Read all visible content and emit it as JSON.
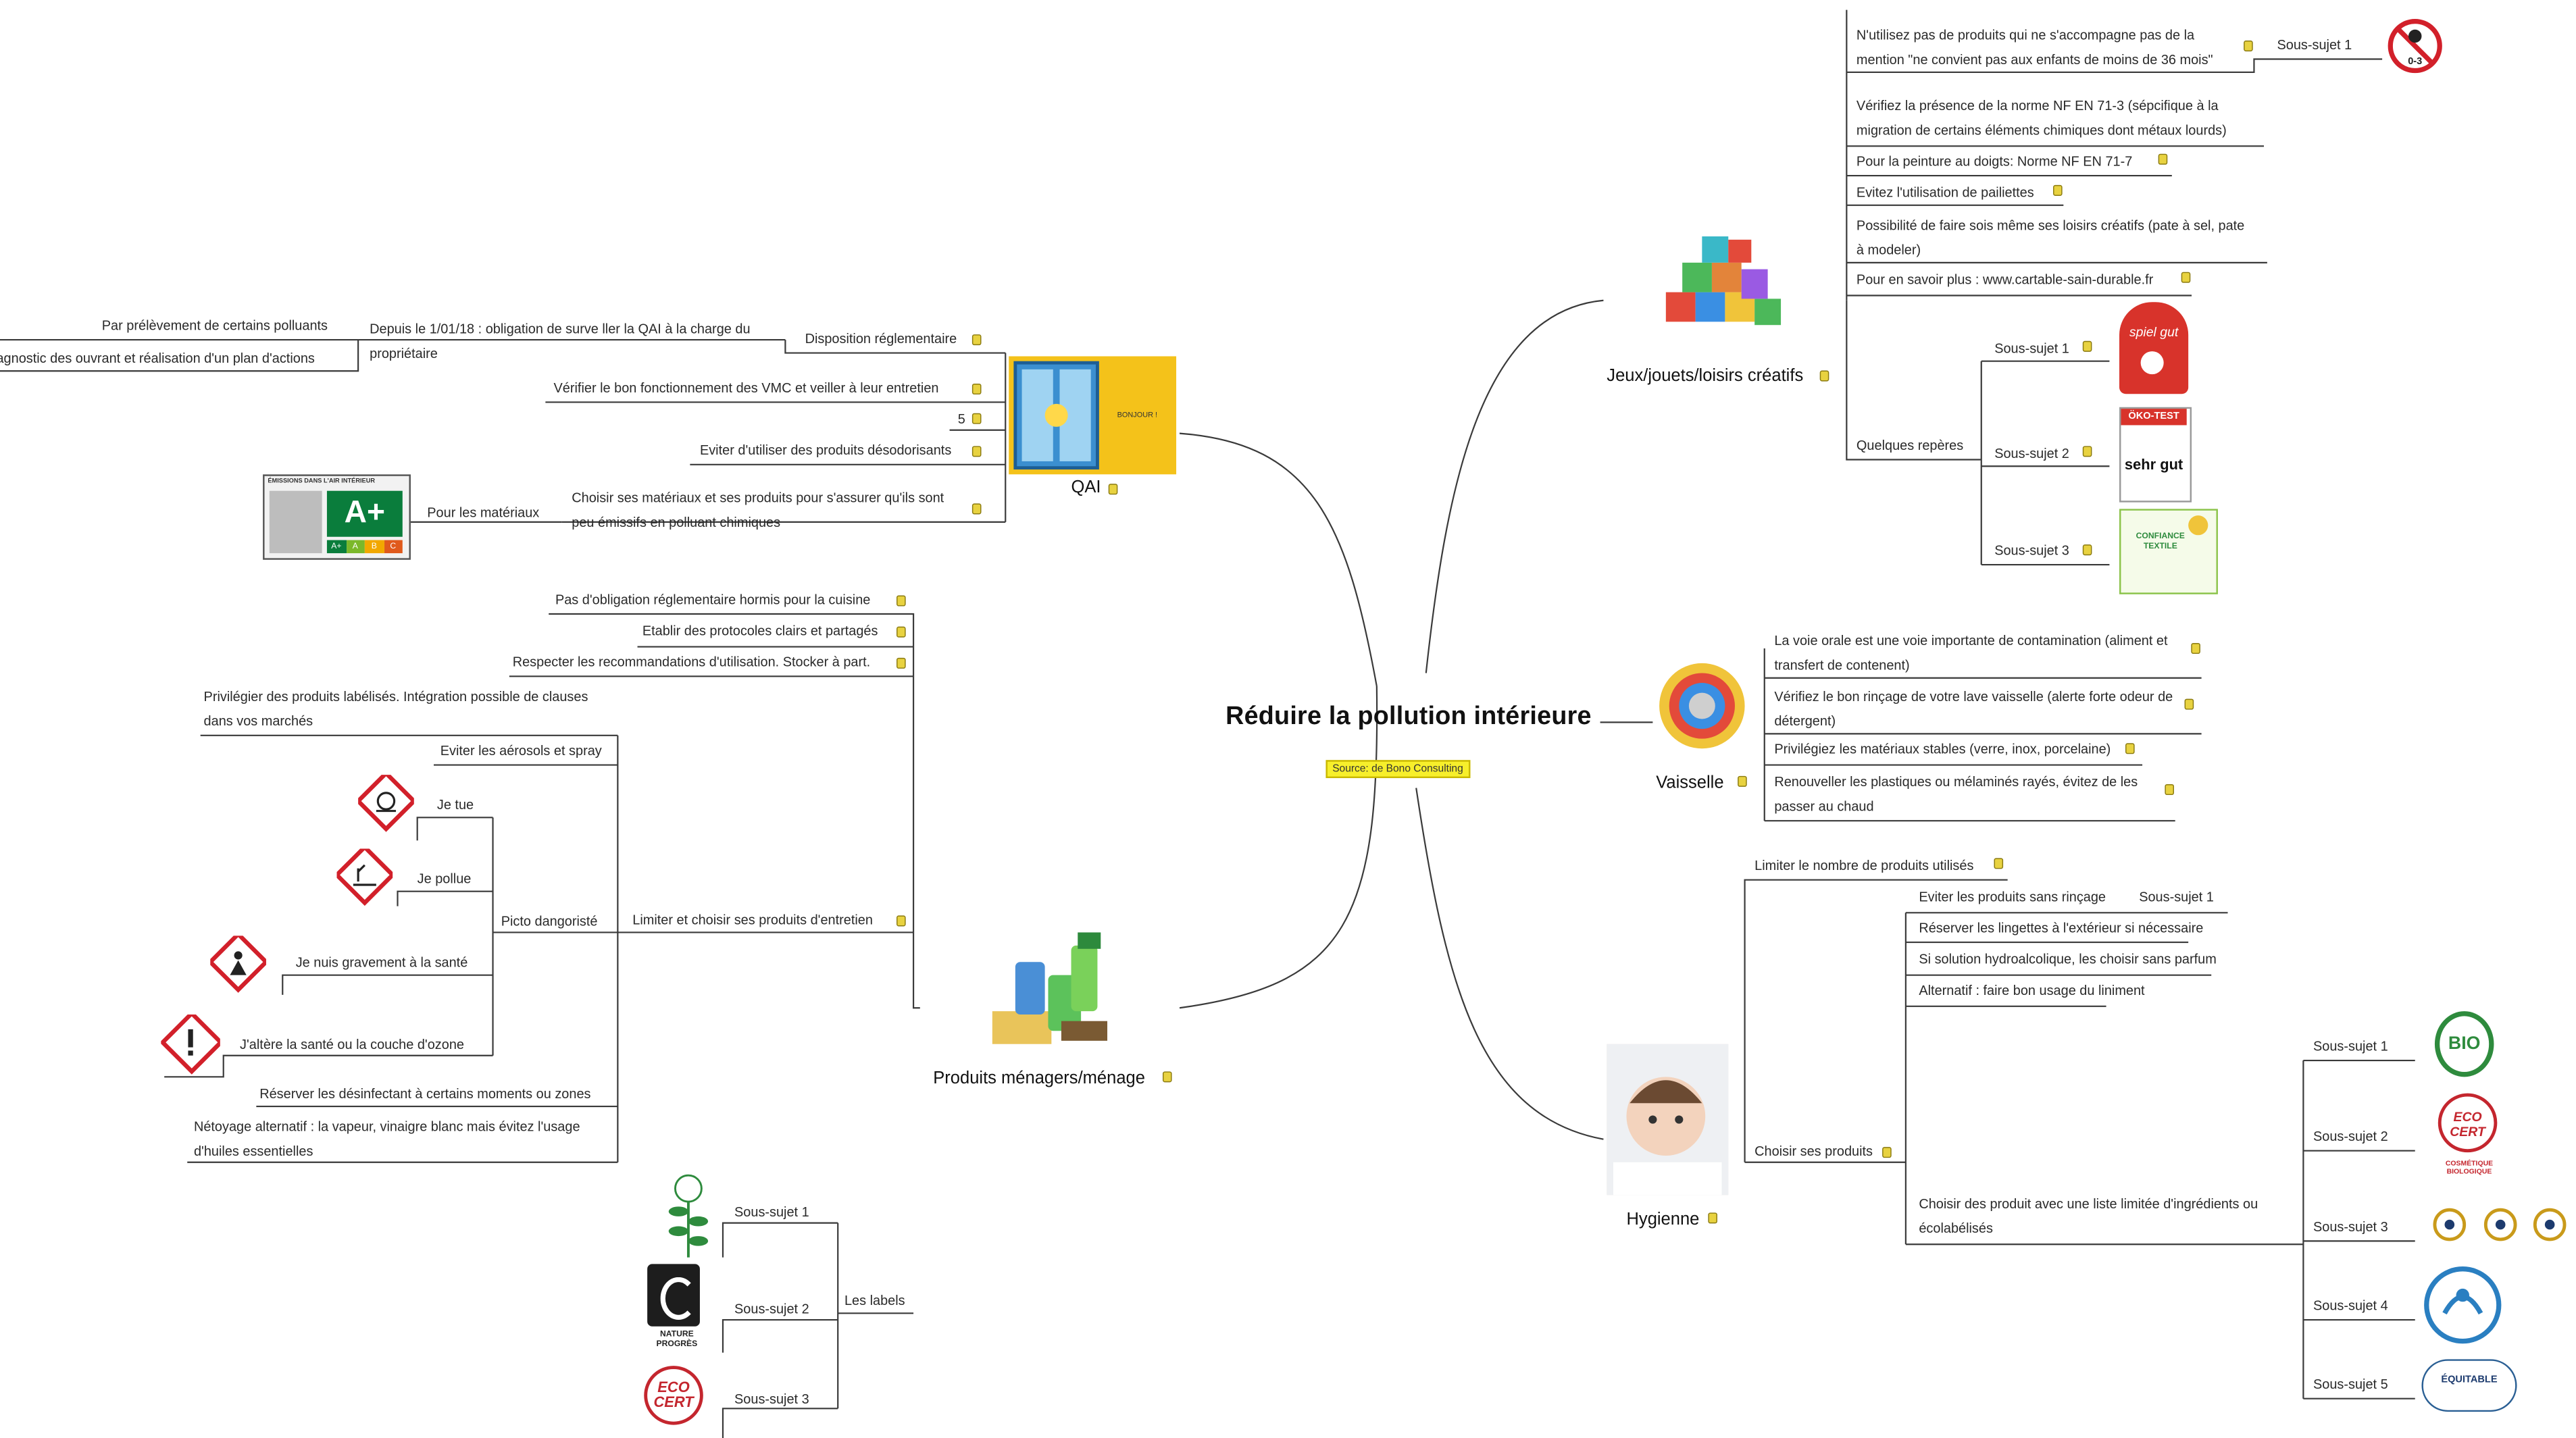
{
  "center": {
    "title": "Réduire la pollution intérieure",
    "source": "Source: de Bono Consulting"
  },
  "branches": {
    "qai": {
      "label": "QAI",
      "logo_text": "BONJOUR !",
      "disposition": "Disposition réglementaire",
      "depuis": "Depuis le 1/01/18 : obligation de surve ller la QAI à la charge du propriétaire",
      "prelevement": "Par prélèvement de certains polluants",
      "diagnostic": "Diagnostic des ouvrant et réalisation d'un plan d'actions",
      "vmc": "Vérifier le bon fonctionnement des VMC et veiller à leur entretien",
      "five": "5",
      "desodorisants": "Eviter d'utiliser des produits désodorisants",
      "choisir_materiaux": "Choisir ses matériaux et ses produits pour s'assurer qu'ils sont peu émissifs en polluant chimiques",
      "pour_materiaux": "Pour les matériaux",
      "badge_header": "ÉMISSIONS DANS L'AIR INTÉRIEUR",
      "badge_grade": "A+",
      "badge_scale": [
        "A+",
        "A",
        "B",
        "C"
      ]
    },
    "produits": {
      "label": "Produits ménagers/ménage",
      "pas_obligation": "Pas d'obligation réglementaire hormis pour la cuisine",
      "protocoles": "Etablir des protocoles clairs et partagés",
      "respecter": "Respecter les recommandations d'utilisation. Stocker à part.",
      "limiter": "Limiter et choisir ses produits d'entretien",
      "privilegier": "Privilégier des produits labélisés. Intégration possible de clauses dans vos marchés",
      "aerosols": "Eviter les aérosols et spray",
      "picto": "Picto dangoristé",
      "je_tue": "Je tue",
      "je_pollue": "Je pollue",
      "je_nuis": "Je nuis gravement à la santé",
      "altere": "J'altère la santé ou la couche d'ozone",
      "desinfectant": "Réserver les désinfectant à certains moments ou zones",
      "nettoyage": "Nétoyage alternatif : la vapeur, vinaigre blanc mais évitez l'usage d'huiles essentielles",
      "labels": "Les labels",
      "sous_sujet_1": "Sous-sujet 1",
      "sous_sujet_2": "Sous-sujet 2",
      "sous_sujet_3": "Sous-sujet 3",
      "label2_text": "NATURE PROGRÈS",
      "label3_text": "ECO CERT"
    },
    "jeux": {
      "label": "Jeux/jouets/loisirs créatifs",
      "nutilisez": "N'utilisez pas de produits qui ne s'accompagne pas de la mention \"ne convient pas aux enfants de moins de 36 mois\"",
      "sous_sujet_top": "Sous-sujet 1",
      "icon_text": "0-3",
      "verifiez_norme": "Vérifiez la présence de la norme NF EN 71-3 (sépcifique à la migration de certains éléments chimiques dont métaux lourds)",
      "peinture": "Pour la peinture au doigts: Norme NF EN 71-7",
      "paillettes": "Evitez l'utilisation de pailiettes",
      "possibilite": "Possibilité de faire sois même ses loisirs créatifs (pate à sel, pate à modeler)",
      "savoir_plus": "Pour en savoir plus : www.cartable-sain-durable.fr",
      "reperes": "Quelques repères",
      "sous_sujet_1": "Sous-sujet 1",
      "sous_sujet_2": "Sous-sujet 2",
      "sous_sujet_3": "Sous-sujet 3",
      "logo1_text": "spiel gut",
      "logo2_title": "ÖKO-TEST",
      "logo2_text": "sehr gut",
      "logo3_text": "CONFIANCE TEXTILE"
    },
    "vaisselle": {
      "label": "Vaisselle",
      "voie_orale": "La voie orale est une voie importante de contamination (aliment et transfert de contenent)",
      "rincage": "Vérifiez le bon rinçage de votre lave vaisselle (alerte forte odeur de détergent)",
      "materiaux": "Privilégiez les matériaux stables (verre, inox, porcelaine)",
      "renouveller": "Renouveller les plastiques ou mélaminés rayés, évitez de les passer au chaud"
    },
    "hygiene": {
      "label": "Hygienne",
      "limiter": "Limiter le nombre de produits utilisés",
      "choisir": "Choisir ses produits",
      "sans_rincage": "Eviter les produits sans rinçage",
      "sous_sujet_a": "Sous-sujet 1",
      "lingettes": "Réserver les lingettes à l'extérieur si nécessaire",
      "hydroalcolique": "Si solution hydroalcolique, les choisir sans parfum",
      "liniment": "Alternatif : faire bon usage du liniment",
      "choisir_liste": "Choisir des produit avec une liste limitée d'ingrédients ou écolabélisés",
      "sous_sujet_1": "Sous-sujet 1",
      "sous_sujet_2": "Sous-sujet 2",
      "sous_sujet_3": "Sous-sujet 3",
      "sous_sujet_4": "Sous-sujet 4",
      "sous_sujet_5": "Sous-sujet 5",
      "bio_text": "BIO",
      "ecocert_text": "ECO CERT",
      "ecocert_sub": "COSMÉTIQUE BIOLOGIQUE",
      "equitable_text": "ÉQUITABLE"
    }
  },
  "colors": {
    "line": "#3a3a3a",
    "note_icon": "#e8d240",
    "source_bg": "#f7ef2b",
    "qai_window": "#f4c21a",
    "danger_red": "#d2202a",
    "ecocert_red": "#c4262e",
    "label_green": "#2e8b3d"
  }
}
